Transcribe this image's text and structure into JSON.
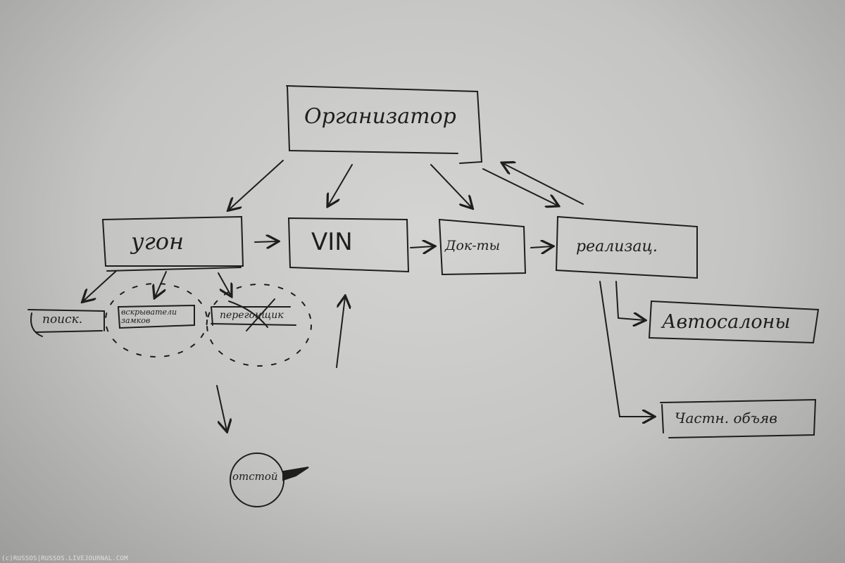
{
  "nodes": {
    "organizer": "Организатор",
    "theft": "угон",
    "vin": "VIN",
    "documents": "Док-ты",
    "sale": "реализац.",
    "search": "поиск.",
    "lockpickers": "вскрыватели замков",
    "driver": "перегонщик",
    "dealers": "Автосалоны",
    "private_ads": "Частн. объяв",
    "storage": "отстой"
  },
  "watermark": "(c)RUSSOS|RUSSOS.LIVEJOURNAL.COM",
  "colors": {
    "ink": "#1e1e1e",
    "paper": "#c8c8c6"
  }
}
